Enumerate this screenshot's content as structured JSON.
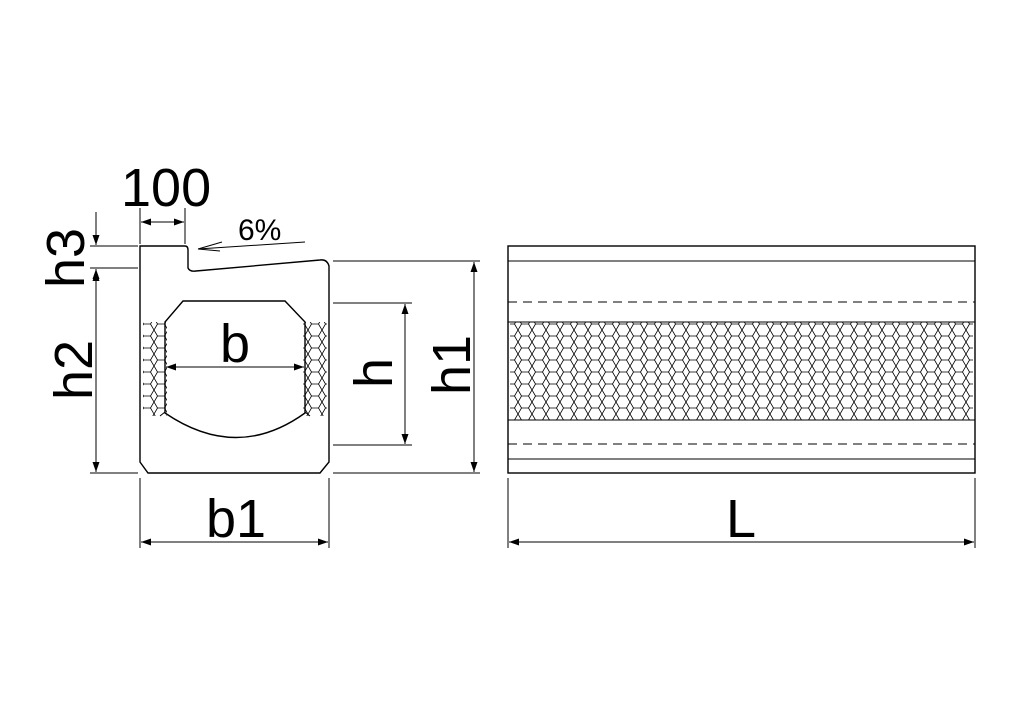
{
  "labels": {
    "top_width": "100",
    "slope": "6%",
    "h3": "h3",
    "h2": "h2",
    "b": "b",
    "h": "h",
    "h1": "h1",
    "b1": "b1",
    "L": "L"
  },
  "colors": {
    "line": "#000000",
    "background": "#ffffff"
  }
}
